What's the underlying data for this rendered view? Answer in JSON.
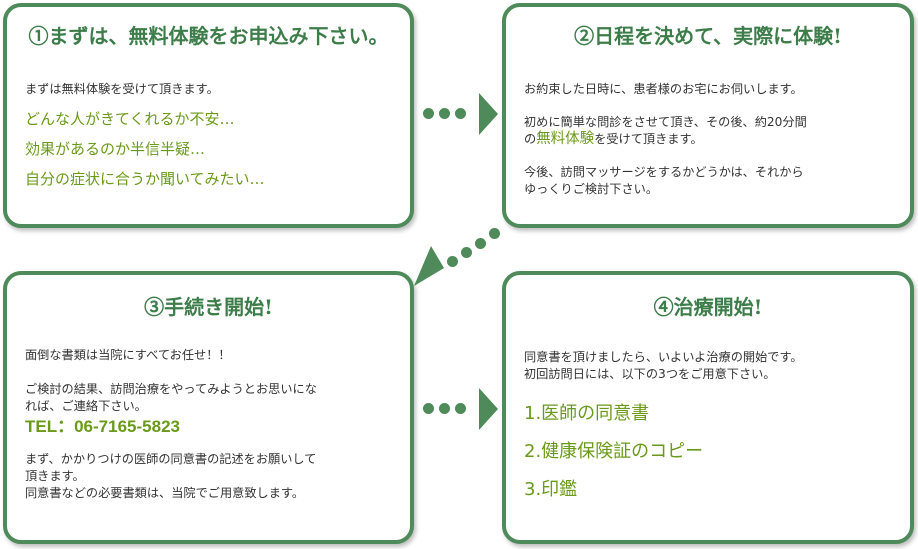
{
  "colors": {
    "frame": "#4e8a5a",
    "title": "#3d7d4a",
    "highlight": "#6a9a1a",
    "text": "#333333"
  },
  "step1": {
    "title": "①まずは、無料体験をお申込み下さい。",
    "intro": "まずは無料体験を受けて頂きます。",
    "items": [
      "どんな人がきてくれるか不安…",
      "効果があるのか半信半疑…",
      "自分の症状に合うか聞いてみたい…"
    ]
  },
  "step2": {
    "title": "②日程を決めて、実際に体験!",
    "p1": "お約束した日時に、患者様のお宅にお伺いします。",
    "p2a": "初めに簡単な問診をさせて頂き、その後、約20分間",
    "p2b_pre": "の",
    "p2b_em": "無料体験",
    "p2b_post": "を受けて頂きます。",
    "p3a": "今後、訪問マッサージをするかどうかは、それから",
    "p3b": "ゆっくりご検討下さい。"
  },
  "step3": {
    "title": "③手続き開始!",
    "p1": "面倒な書類は当院にすべてお任せ！！",
    "p2a": "ご検討の結果、訪問治療をやってみようとお思いにな",
    "p2b": "れば、ご連絡下さい。",
    "tel": "TEL：06-7165-5823",
    "p3a": "まず、かかりつけの医師の同意書の記述をお願いして",
    "p3b": "頂きます。",
    "p3c": "同意書などの必要書類は、当院でご用意致します。"
  },
  "step4": {
    "title": "④治療開始!",
    "p1a": "同意書を頂けましたら、いよいよ治療の開始です。",
    "p1b": "初回訪問日には、以下の3つをご用意下さい。",
    "items": [
      "1.医師の同意書",
      "2.健康保険証のコピー",
      "3.印鑑"
    ]
  },
  "icons": {
    "arrow": "right-arrow-icon",
    "diagonal": "down-left-arrow-icon"
  }
}
